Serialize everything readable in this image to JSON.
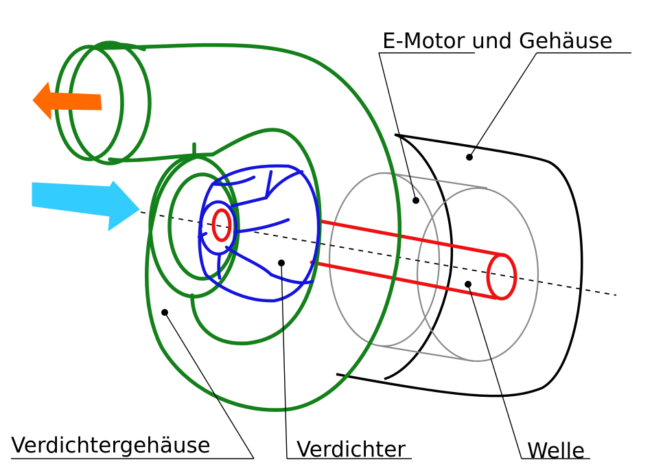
{
  "labels": {
    "motor": "E-Motor und Gehäuse",
    "housing": "Verdichtergehäuse",
    "compressor": "Verdichter",
    "shaft": "Welle"
  },
  "arrows": {
    "outlet": {
      "color": "#ff6a00",
      "direction": "left"
    },
    "inlet": {
      "color": "#33ccff",
      "direction": "right"
    }
  },
  "colors": {
    "housing": "#14801a",
    "compressor": "#1414e0",
    "shaft": "#ee1111",
    "motor_outline": "#000000",
    "motor_inner": "#8a8a8a"
  }
}
